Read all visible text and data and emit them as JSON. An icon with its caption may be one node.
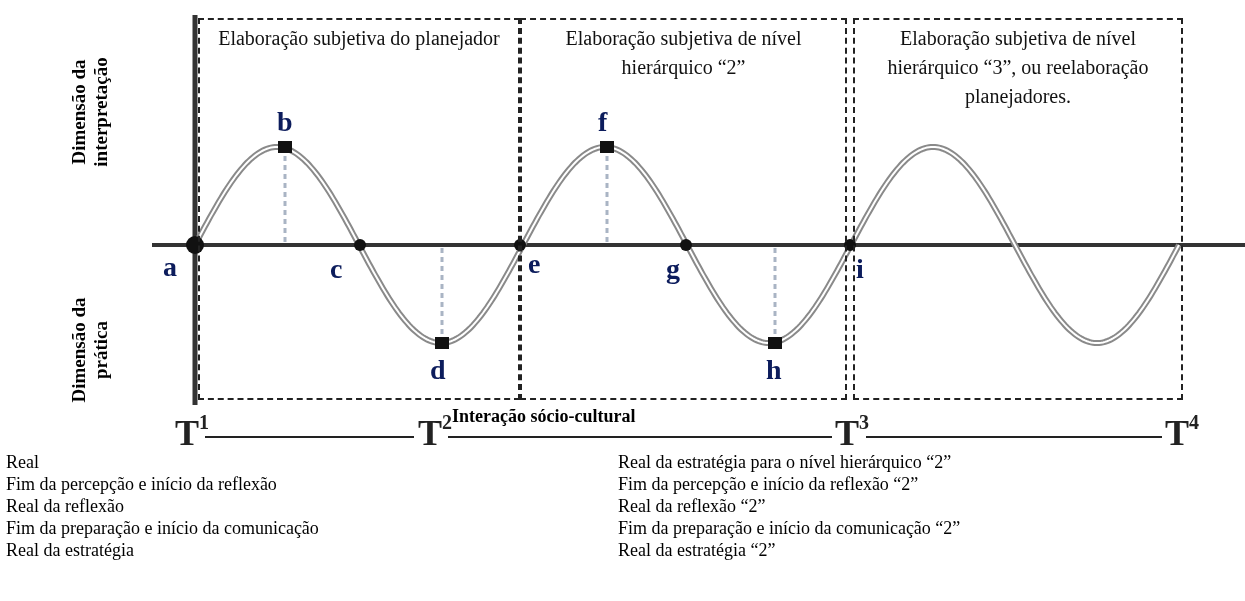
{
  "diagram": {
    "nodes": [
      {
        "text": [
          "Elaboração subjetiva do planejador"
        ]
      },
      {
        "text": [
          "Elaboração subjetiva de nível hierárquico “2”"
        ]
      },
      {
        "text": [
          "Elaboração subjetiva de nível hierárquico “3”, ou reelaboração planejadores."
        ]
      }
    ],
    "labels": [
      "Dimensão da interpretação",
      "Dimensão da prática",
      "b",
      "f",
      "a",
      "c",
      "e",
      "g",
      "i",
      "d",
      "h",
      "T$^{1}$",
      "T$^{2}$",
      "Interação sócio-cultural",
      "T$^{3}$",
      "T$^{4}$",
      "Real",
      "Real da estratégia para o nível hierárquico “2”",
      "Fim da percepção e início da reflexão",
      "Fim da percepção e início da reflexão “2”",
      "Real da reflexão",
      "Real da reflexão “2”",
      "Fim da preparação e início da comunicação",
      "Fim da preparação e início da comunicação “2”",
      "Real da estratégia",
      "Real da estratégia “2”"
    ]
  }
}
